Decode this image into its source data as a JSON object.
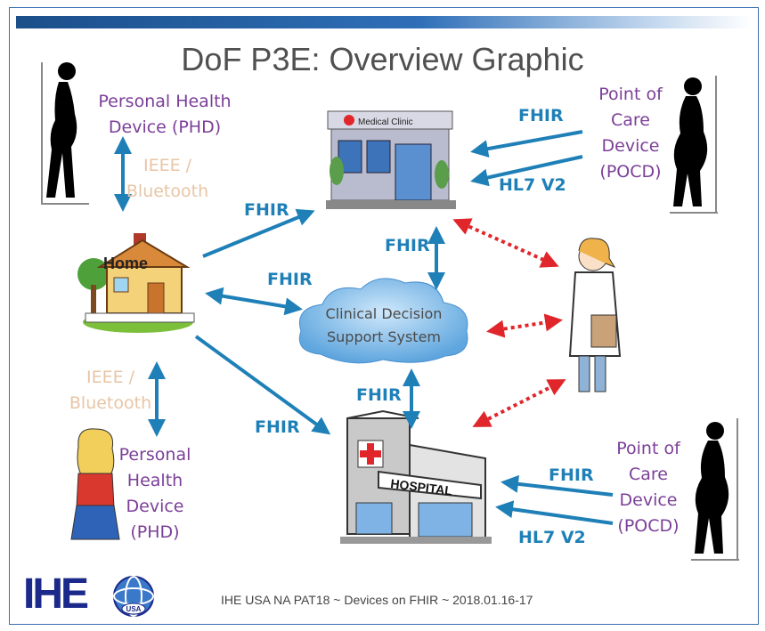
{
  "title": "DoF P3E:  Overview Graphic",
  "phd_top": [
    "Personal Health",
    "Device (PHD)"
  ],
  "phd_bottom": [
    "Personal",
    "Health",
    "Device",
    "(PHD)"
  ],
  "ieee_top": [
    "IEEE /",
    "Bluetooth"
  ],
  "ieee_bottom": [
    "IEEE /",
    "Bluetooth"
  ],
  "pocd_top": [
    "Point of",
    "Care",
    "Device",
    "(POCD)"
  ],
  "pocd_bottom": [
    "Point of",
    "Care",
    "Device",
    "(POCD)"
  ],
  "home_label": "Home",
  "clinic_sign": "Medical Clinic",
  "hospital_sign": "HOSPITAL",
  "cdss": [
    "Clinical Decision",
    "Support System"
  ],
  "fhir": "FHIR",
  "hl7": "HL7 V2",
  "logo_text": "IHE",
  "logo_badge": "USA",
  "footer": "IHE USA NA PAT18 ~ Devices on FHIR ~ 2018.01.16-17",
  "colors": {
    "blue_arrow": "#1f80b8",
    "red_arrow": "#e0262b",
    "purple_text": "#7b3f98",
    "tan_text": "#e8c5a6"
  }
}
